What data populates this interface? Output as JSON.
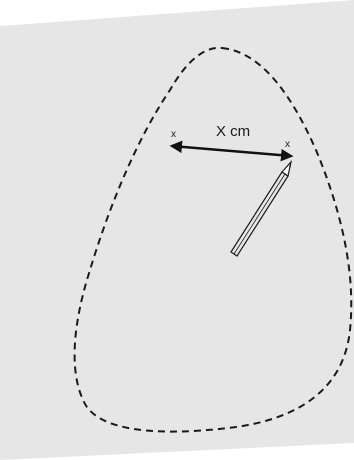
{
  "diagram": {
    "measurement_label": "X cm",
    "endpoint_mark": "x",
    "colors": {
      "sheet": "#e6e6e6",
      "background": "#ffffff",
      "outline": "#1a1a1a",
      "arrow": "#111111",
      "pencil_fill": "#e6e6e6"
    },
    "elements": {
      "outline": "dashed-egg-shaped-loop",
      "arrow": "double-headed-arrow",
      "tool": "pencil-icon"
    }
  }
}
